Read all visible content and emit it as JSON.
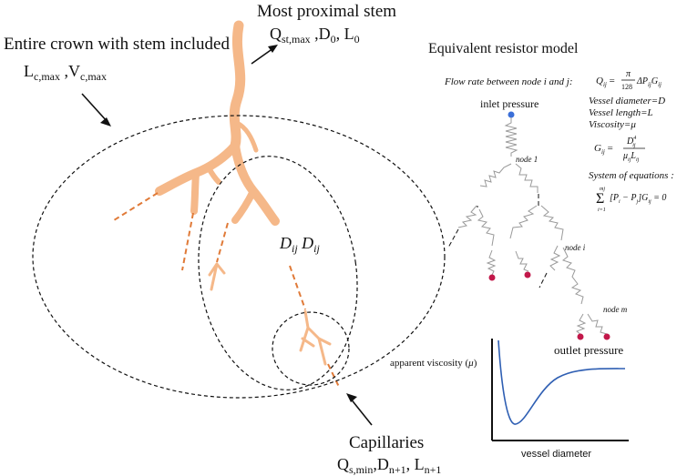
{
  "labels": {
    "proximal_title": "Most proximal stem",
    "proximal_q": "Q",
    "proximal_q_sub": "st,max",
    "proximal_d": " ,D",
    "proximal_d_sub": "0",
    "proximal_l": ", L",
    "proximal_l_sub": "0",
    "crown_title": "Entire crown with stem included",
    "crown_l": "L",
    "crown_l_sub": "c,max",
    "crown_v": " ,V",
    "crown_v_sub": "c,max",
    "dij": "D",
    "dij_sub": "ij",
    "dij2": " D",
    "dij2_sub": "ij",
    "capillaries_title": "Capillaries",
    "cap_q": "Q",
    "cap_q_sub": "s,min",
    "cap_d": ",D",
    "cap_d_sub": "n+1",
    "cap_l": ", L",
    "cap_l_sub": "n+1"
  },
  "resistor_model": {
    "title": "Equivalent resistor model",
    "flow_text": "Flow rate between node i and j:",
    "flow_eq_lhs": "Q",
    "flow_eq_lhs_sub": "ij",
    "flow_eq_eq": "=",
    "flow_pi": "π",
    "flow_128": "128",
    "flow_rest": "ΔP",
    "flow_rest_sub": "ij",
    "flow_g": "G",
    "flow_g_sub": "ij",
    "vessel_diameter": "Vessel diameter=D",
    "vessel_length": "Vessel length=L",
    "viscosity": "Viscosity=μ",
    "g_lhs": "G",
    "g_lhs_sub": "ij",
    "g_eq": "=",
    "g_num": "D",
    "g_num_sub": "ij",
    "g_num_sup": "4",
    "g_den_mu": "μ",
    "g_den_mu_sub": "ij",
    "g_den_l": "L",
    "g_den_l_sub": "ij",
    "system_text": "System of equations :",
    "sum_top": "mj",
    "sum_sym": "Σ",
    "sum_bot": "i=1",
    "sum_body": "[P",
    "sum_body_sub1": "i",
    "sum_body_mid": " − P",
    "sum_body_sub2": "j",
    "sum_body_end": "]G",
    "sum_body_sub3": "ij",
    "sum_zero": " = 0",
    "inlet": "inlet pressure",
    "node1": "node 1",
    "nodei": "node i",
    "nodem": "node m",
    "outlet": "outlet pressure"
  },
  "plot": {
    "ylabel": "apparent viscosity (",
    "ylabel_mu": "μ",
    "ylabel_end": ")",
    "xlabel": "vessel diameter"
  },
  "colors": {
    "branch": "#f5b889",
    "dash_branch": "#e07a38",
    "inlet_node": "#3b6fd8",
    "outlet_node": "#c2184a",
    "curve": "#2f5fb3"
  }
}
